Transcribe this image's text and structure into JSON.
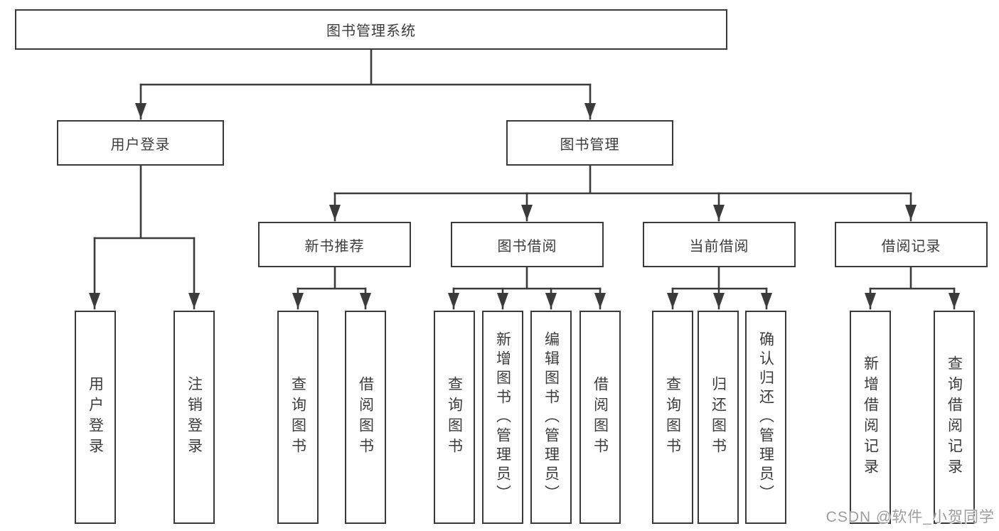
{
  "diagram": {
    "root": {
      "label": "图书管理系统"
    },
    "branches": [
      {
        "label": "用户登录",
        "children": [
          {
            "label": "用户登录"
          },
          {
            "label": "注销登录"
          }
        ]
      },
      {
        "label": "图书管理",
        "children": [
          {
            "label": "新书推荐",
            "children": [
              {
                "label": "查询图书"
              },
              {
                "label": "借阅图书"
              }
            ]
          },
          {
            "label": "图书借阅",
            "children": [
              {
                "label": "查询图书"
              },
              {
                "label": "新增图书（管理员）"
              },
              {
                "label": "编辑图书（管理员）"
              },
              {
                "label": "借阅图书"
              }
            ]
          },
          {
            "label": "当前借阅",
            "children": [
              {
                "label": "查询图书"
              },
              {
                "label": "归还图书"
              },
              {
                "label": "确认归还（管理员）"
              }
            ]
          },
          {
            "label": "借阅记录",
            "children": [
              {
                "label": "新增借阅记录"
              },
              {
                "label": "查询借阅记录"
              }
            ]
          }
        ]
      }
    ]
  },
  "watermark": {
    "text": "CSDN @软件_小贺同学"
  },
  "colors": {
    "line": "#3b3b3b",
    "text": "#3c3c3c",
    "box_fill": "#ffffff",
    "background": "#ffffff",
    "watermark": "#9d9d9d"
  }
}
